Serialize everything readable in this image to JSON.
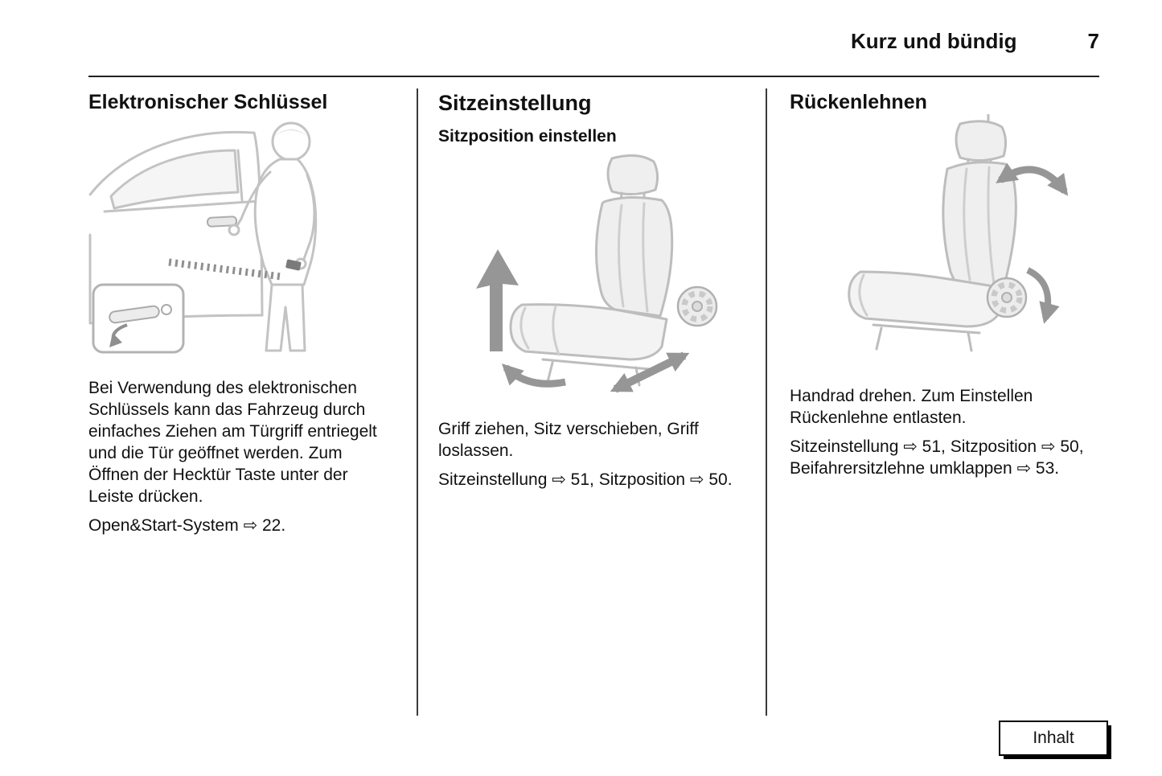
{
  "header": {
    "title": "Kurz und bündig",
    "page_number": "7"
  },
  "columns": [
    {
      "heading": "Elektronischer Schlüssel",
      "body": [
        "Bei Verwendung des elektronischen Schlüssels kann das Fahrzeug durch einfaches Ziehen am Türgriff entriegelt und die Tür geöffnet werden. Zum Öffnen der Hecktür Taste unter der Leiste drücken.",
        "Open&Start-System ⇨ 22."
      ]
    },
    {
      "heading": "Sitzeinstellung",
      "subheading": "Sitzposition einstellen",
      "body": [
        "Griff ziehen, Sitz verschieben, Griff loslassen.",
        "Sitzeinstellung ⇨ 51, Sitzposition ⇨ 50."
      ]
    },
    {
      "heading": "Rückenlehnen",
      "body": [
        "Handrad drehen. Zum Einstellen Rückenlehne entlasten.",
        "Sitzeinstellung ⇨ 51, Sitzposition ⇨ 50, Beifahrersitzlehne umklappen ⇨ 53."
      ]
    }
  ],
  "footer": {
    "inhalt_label": "Inhalt"
  }
}
